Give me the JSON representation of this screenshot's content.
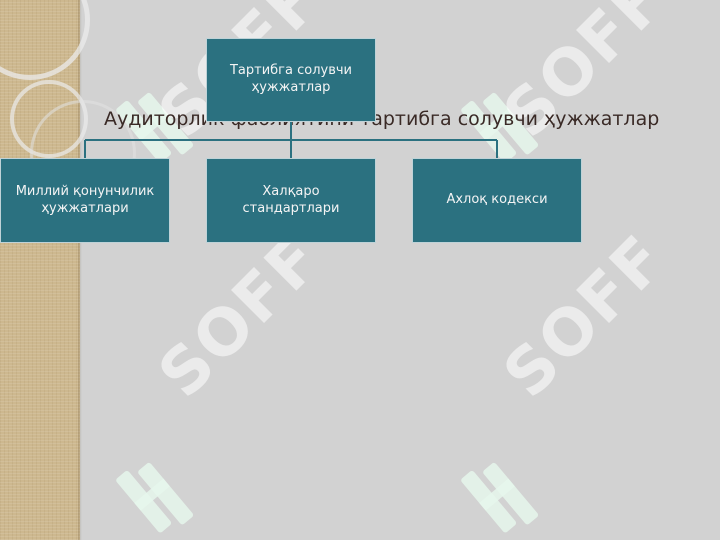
{
  "slide": {
    "title": "Аудиторлик фаолиятини тартибга солувчи ҳужжатлар"
  },
  "diagram": {
    "root": "Тартибга солувчи ҳужжатлар",
    "children": [
      "Миллий қонунчилик ҳужжатлари",
      "Халқаро стандартлари",
      "Ахлоқ кодекси"
    ]
  },
  "watermark": {
    "text": "SOFF"
  },
  "colors": {
    "background": "#d2d2d2",
    "node_fill": "#2b7180",
    "title_text": "#3a2a26",
    "watermark": "#e6f7ec"
  }
}
